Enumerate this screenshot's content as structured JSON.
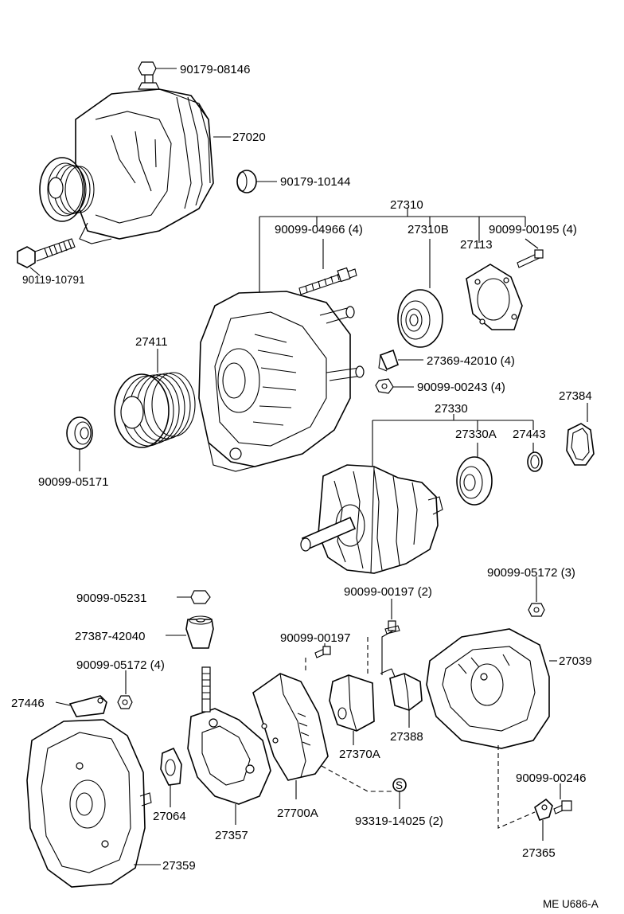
{
  "parts": {
    "nut_top": "90179-08146",
    "alternator_assy": "27020",
    "nut_10144": "90179-10144",
    "bolt_10791": "90119-10791",
    "frame_assy": "27310",
    "stud_04966": "90099-04966 (4)",
    "bearing_27310b": "27310B",
    "plate_27113": "27113",
    "screw_00195": "90099-00195 (4)",
    "insulator_42010": "27369-42010 (4)",
    "nut_00243": "90099-00243 (4)",
    "pulley": "27411",
    "nut_05171": "90099-05171",
    "rotor_assy": "27330",
    "bearing_27330a": "27330A",
    "ring_27443": "27443",
    "cover_27384": "27384",
    "nut_05231": "90099-05231",
    "bushing_42040": "27387-42040",
    "nut_05172_4": "90099-05172 (4)",
    "terminal_27446": "27446",
    "end_frame": "27359",
    "insulator_27064": "27064",
    "rectifier_holder": "27357",
    "regulator": "27700A",
    "screw_00197_a": "90099-00197",
    "screw_00197_b": "90099-00197 (2)",
    "brush_holder": "27370A",
    "brush_cover": "27388",
    "screw_14025": "93319-14025 (2)",
    "nut_05172_3": "90099-05172 (3)",
    "rear_cover": "27039",
    "screw_00246": "90099-00246",
    "clip_27365": "27365"
  },
  "figure_code": "ME U686-A"
}
